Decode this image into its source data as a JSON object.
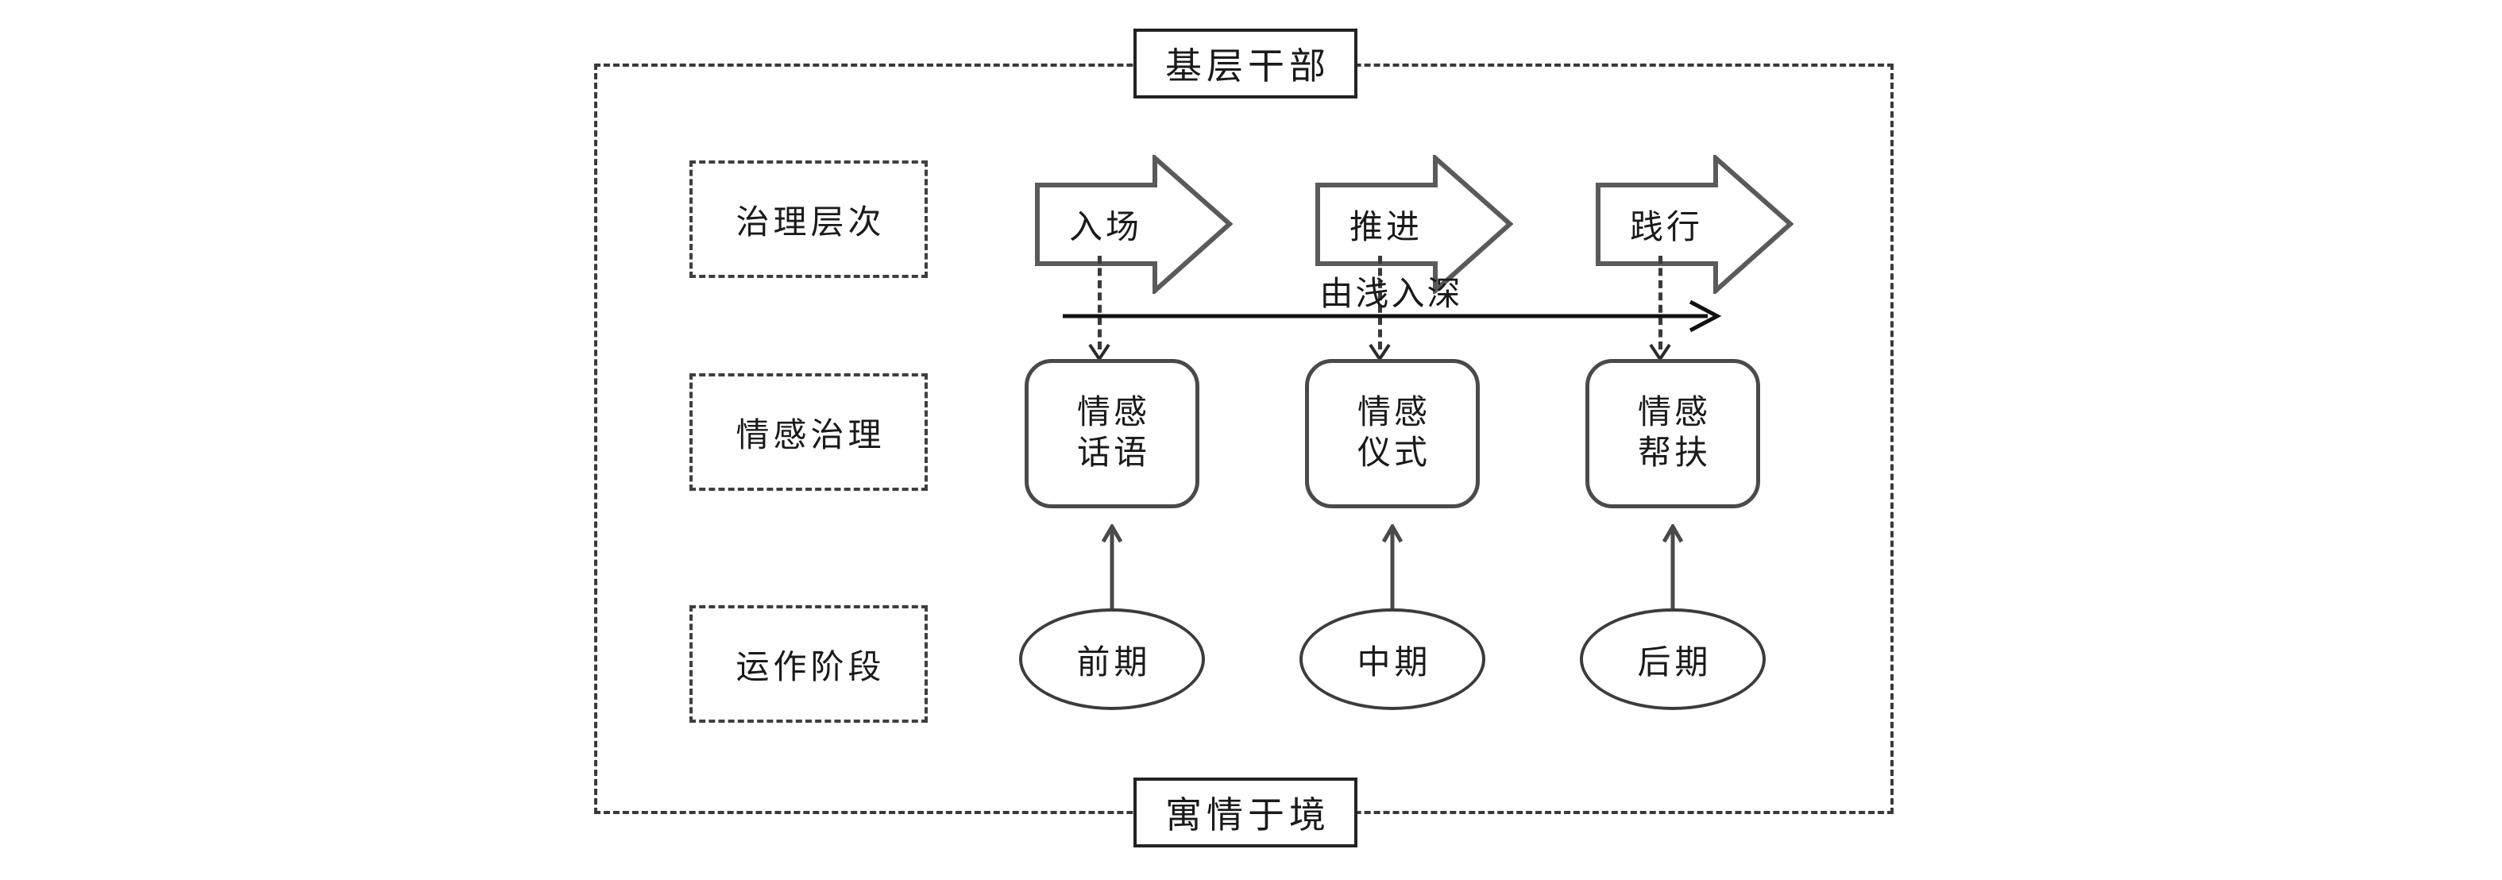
{
  "diagram": {
    "title_top": "基层干部",
    "title_bottom": "寓情于境",
    "progression_label": "由浅入深",
    "row_labels": [
      {
        "key": "governance-levels",
        "label": "治理层次"
      },
      {
        "key": "emotional-governance",
        "label": "情感治理"
      },
      {
        "key": "operation-stages",
        "label": "运作阶段"
      }
    ],
    "phase_arrows": [
      {
        "key": "entry",
        "label": "入场"
      },
      {
        "key": "advance",
        "label": "推进"
      },
      {
        "key": "practice",
        "label": "践行"
      }
    ],
    "governance_nodes": [
      {
        "key": "emotional-discourse",
        "line1": "情感",
        "line2": "话语"
      },
      {
        "key": "emotional-ritual",
        "line1": "情感",
        "line2": "仪式"
      },
      {
        "key": "emotional-support",
        "line1": "情感",
        "line2": "帮扶"
      }
    ],
    "stage_nodes": [
      {
        "key": "early-stage",
        "label": "前期"
      },
      {
        "key": "mid-stage",
        "label": "中期"
      },
      {
        "key": "late-stage",
        "label": "后期"
      }
    ],
    "colors": {
      "frame_dashed": "#3a3a3a",
      "box_solid": "#222222",
      "node_stroke": "#4a4a4a",
      "ellipse_stroke": "#3c3c3c",
      "text": "#1a1a1a",
      "background": "#ffffff"
    }
  }
}
